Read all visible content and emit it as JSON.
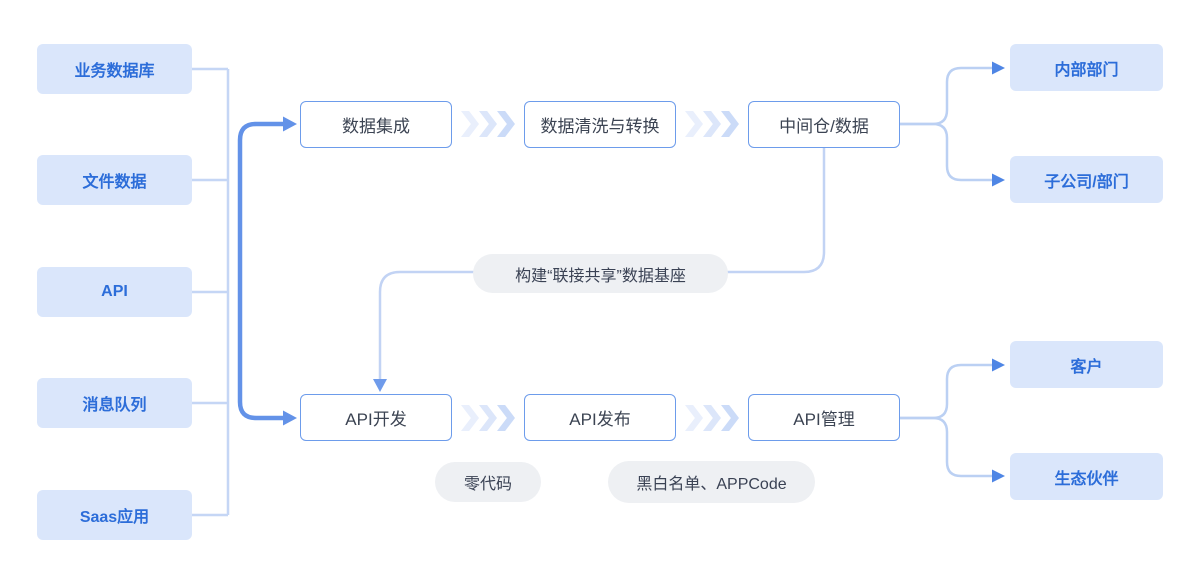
{
  "colors": {
    "source_box_bg": "#DAE6FB",
    "source_box_text": "#2C6DD9",
    "step_box_border": "#6D9CEB",
    "step_box_text": "#3C4453",
    "main_arrow": "#6392E8",
    "light_connector": "#C5D6F5",
    "branch_arrowhead": "#4F86E5",
    "pill_bg": "#EEF0F3",
    "pill_text": "#3A4254"
  },
  "sources": {
    "items": [
      {
        "label": "业务数据库"
      },
      {
        "label": "文件数据"
      },
      {
        "label": "API"
      },
      {
        "label": "消息队列"
      },
      {
        "label": "Saas应用"
      }
    ]
  },
  "data_flow": {
    "steps": [
      {
        "label": "数据集成"
      },
      {
        "label": "数据清洗与转换"
      },
      {
        "label": "中间仓/数据"
      }
    ]
  },
  "api_flow": {
    "steps": [
      {
        "label": "API开发"
      },
      {
        "label": "API发布"
      },
      {
        "label": "API管理"
      }
    ]
  },
  "data_consumers": {
    "items": [
      {
        "label": "内部部门"
      },
      {
        "label": "子公司/部门"
      }
    ]
  },
  "api_consumers": {
    "items": [
      {
        "label": "客户"
      },
      {
        "label": "生态伙伴"
      }
    ]
  },
  "annotations": {
    "data_base": "构建“联接共享”数据基座",
    "zero_code": "零代码",
    "security": "黑白名单、APPCode"
  }
}
